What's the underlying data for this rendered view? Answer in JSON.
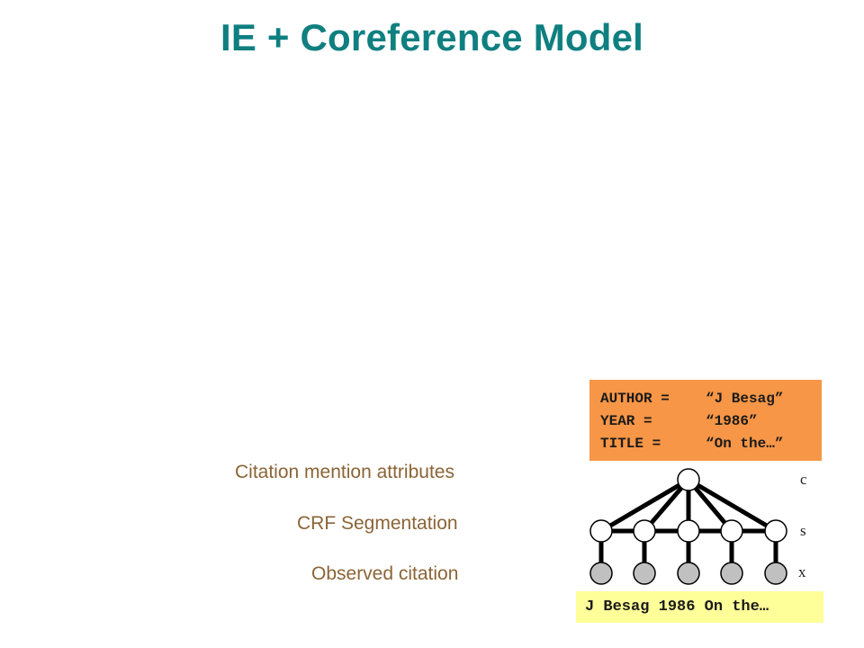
{
  "title": "IE + Coreference Model",
  "labels": {
    "citation_attributes": "Citation mention attributes",
    "crf_segmentation": "CRF Segmentation",
    "observed_citation": "Observed citation"
  },
  "attributes": [
    {
      "key": "AUTHOR =",
      "value": "“J Besag”"
    },
    {
      "key": "YEAR =",
      "value": "“1986”"
    },
    {
      "key": "TITLE =",
      "value": "“On the…”"
    }
  ],
  "citation_text": "J Besag 1986 On the…",
  "variables": {
    "c": "c",
    "s": "s",
    "x": "x"
  },
  "colors": {
    "title": "#0f7f80",
    "label": "#8b6436",
    "attr_box": "#f79646",
    "citation_box": "#ffff99",
    "observed_node": "#c0c0c0",
    "hidden_node": "#ffffff"
  }
}
